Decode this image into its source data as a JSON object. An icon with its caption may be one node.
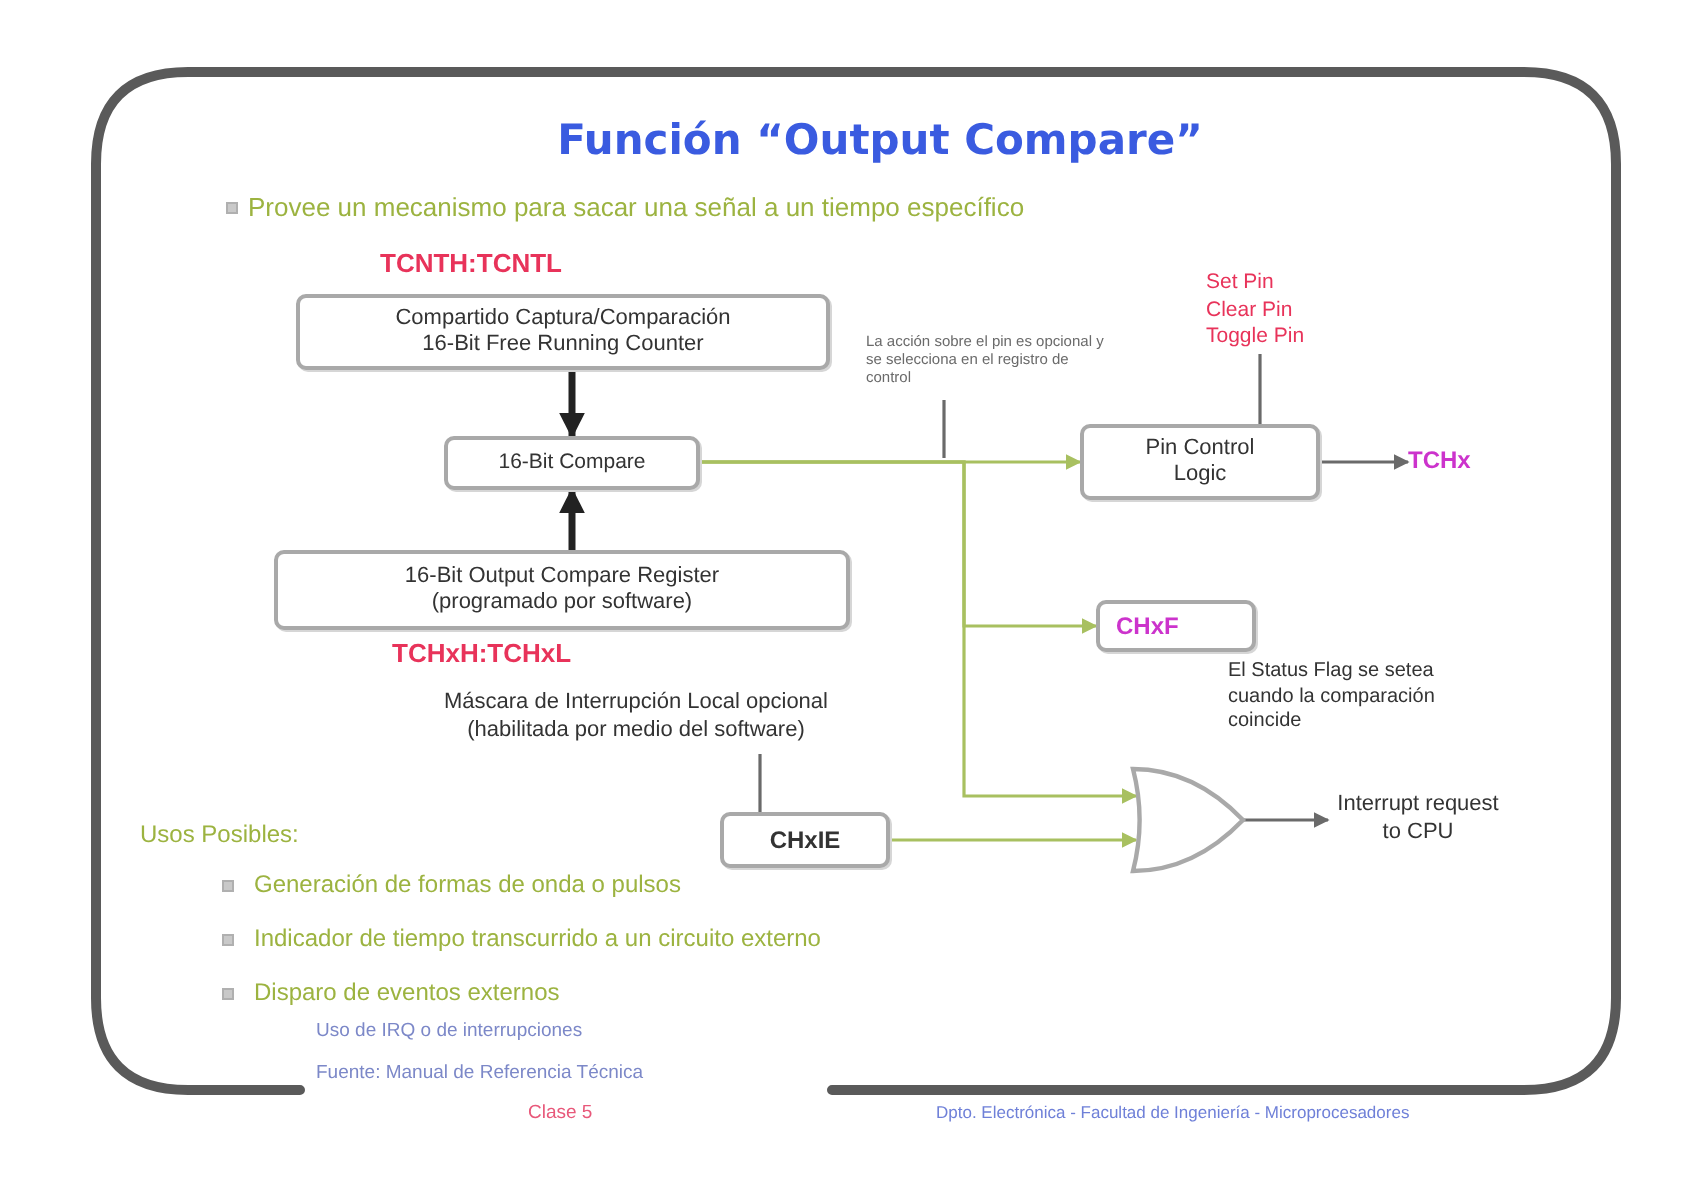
{
  "diagram": {
    "title": "Función “Output Compare”",
    "nodes": [
      {
        "text": [
          "Compartido Captura/Comparación",
          "16-Bit Free Running Counter"
        ],
        "beside": [
          "TCNTH:TCNTL"
        ]
      },
      {
        "text": [
          "16-Bit Compare"
        ]
      },
      {
        "text": [
          "16-Bit Output Compare Register (programado por software)"
        ],
        "beside": [
          "TCHxH:TCHxL"
        ]
      },
      {
        "text": [
          "Máscara de Interrupción Local opcional (habilitada por medio del software)"
        ]
      },
      {
        "text": [
          "CHxIE"
        ]
      },
      {
        "text": [
          "La acción sobre el pin es opcional y se selecciona en el registro de control"
        ]
      },
      {
        "text": [
          "Set Pin Clear Pin Toggle Pin"
        ]
      },
      {
        "text": [
          "Pin Control Logic"
        ]
      },
      {
        "text": [
          "TCHx"
        ]
      },
      {
        "text": [
          "CHxF"
        ],
        "beside": [
          "El Status Flag se setea cuando la comparación coincide"
        ]
      },
      {
        "text": [],
        "shape": "gate"
      },
      {
        "text": [
          "Interrupt request to CPU"
        ]
      }
    ],
    "edges": [
      {
        "from": 0,
        "to": 1,
        "arrow": "to",
        "style": "thick",
        "color": "#222222"
      },
      {
        "from": 2,
        "to": 1,
        "arrow": "to",
        "style": "thick",
        "color": "#222222"
      },
      {
        "from": 1,
        "to": 7,
        "arrow": "to",
        "color": "#a8c060"
      },
      {
        "from": 1,
        "to": 9,
        "arrow": "to",
        "color": "#a8c060"
      },
      {
        "from": 1,
        "to": 10,
        "arrow": "to",
        "color": "#a8c060"
      },
      {
        "from": 4,
        "to": 10,
        "arrow": "to",
        "color": "#a8c060"
      },
      {
        "from": 3,
        "to": 4,
        "arrow": "none"
      },
      {
        "from": 5,
        "to": null,
        "arrow": "none"
      },
      {
        "from": 6,
        "to": 7,
        "arrow": "none"
      },
      {
        "from": 7,
        "to": 8,
        "arrow": "to"
      },
      {
        "from": 10,
        "to": 11,
        "arrow": "to"
      }
    ],
    "labels": [
      "Provee un mecanismo para sacar una señal a un tiempo específico",
      "Usos Posibles:",
      "Generación de formas de onda o pulsos",
      "Indicador de tiempo transcurrido a un circuito externo",
      "Disparo de eventos externos",
      "Uso de IRQ o de interrupciones",
      "Fuente: Manual de Referencia Técnica",
      "Clase 5",
      "Dpto. Electrónica - Facultad de Ingeniería - Microprocesadores"
    ]
  }
}
